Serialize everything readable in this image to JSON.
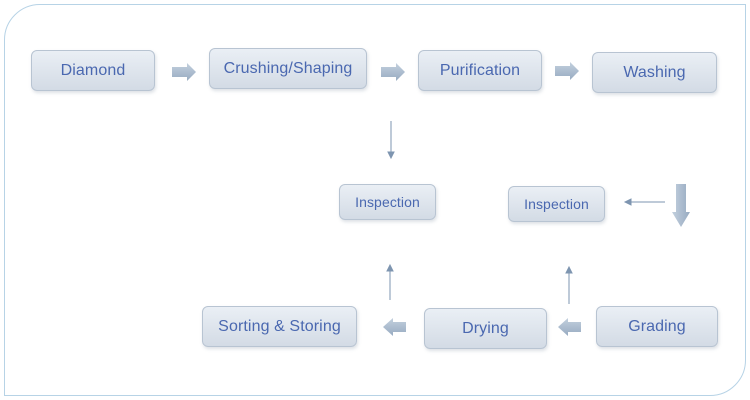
{
  "steps": {
    "diamond": "Diamond",
    "crushing_shaping": "Crushing/Shaping",
    "purification": "Purification",
    "washing": "Washing",
    "inspection_left": "Inspection",
    "inspection_right": "Inspection",
    "sorting_storing": "Sorting & Storing",
    "drying": "Drying",
    "grading": "Grading"
  },
  "colors": {
    "node_fill_top": "#eaeff5",
    "node_fill_bottom": "#d3dbe5",
    "node_border": "#b8c4d2",
    "text": "#4a68b0",
    "block_arrow": "#a9bacd",
    "thin_arrow": "#7e95b0",
    "frame_border": "#b7d3e6"
  }
}
